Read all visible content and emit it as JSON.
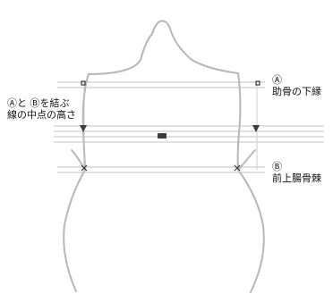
{
  "diagram": {
    "left_label_line1": "Ⓐと Ⓑを結ぶ",
    "left_label_line2": "線の中点の高さ",
    "label_a_mark": "Ⓐ",
    "label_a_text": "助骨の下縁",
    "label_b_mark": "Ⓑ",
    "label_b_text": "前上腸骨棘",
    "center_marker_text": "",
    "colors": {
      "outline": "#b7b7b7",
      "grid_line": "#d6d6d6",
      "text": "#111111",
      "marker": "#3c3c3c"
    }
  }
}
